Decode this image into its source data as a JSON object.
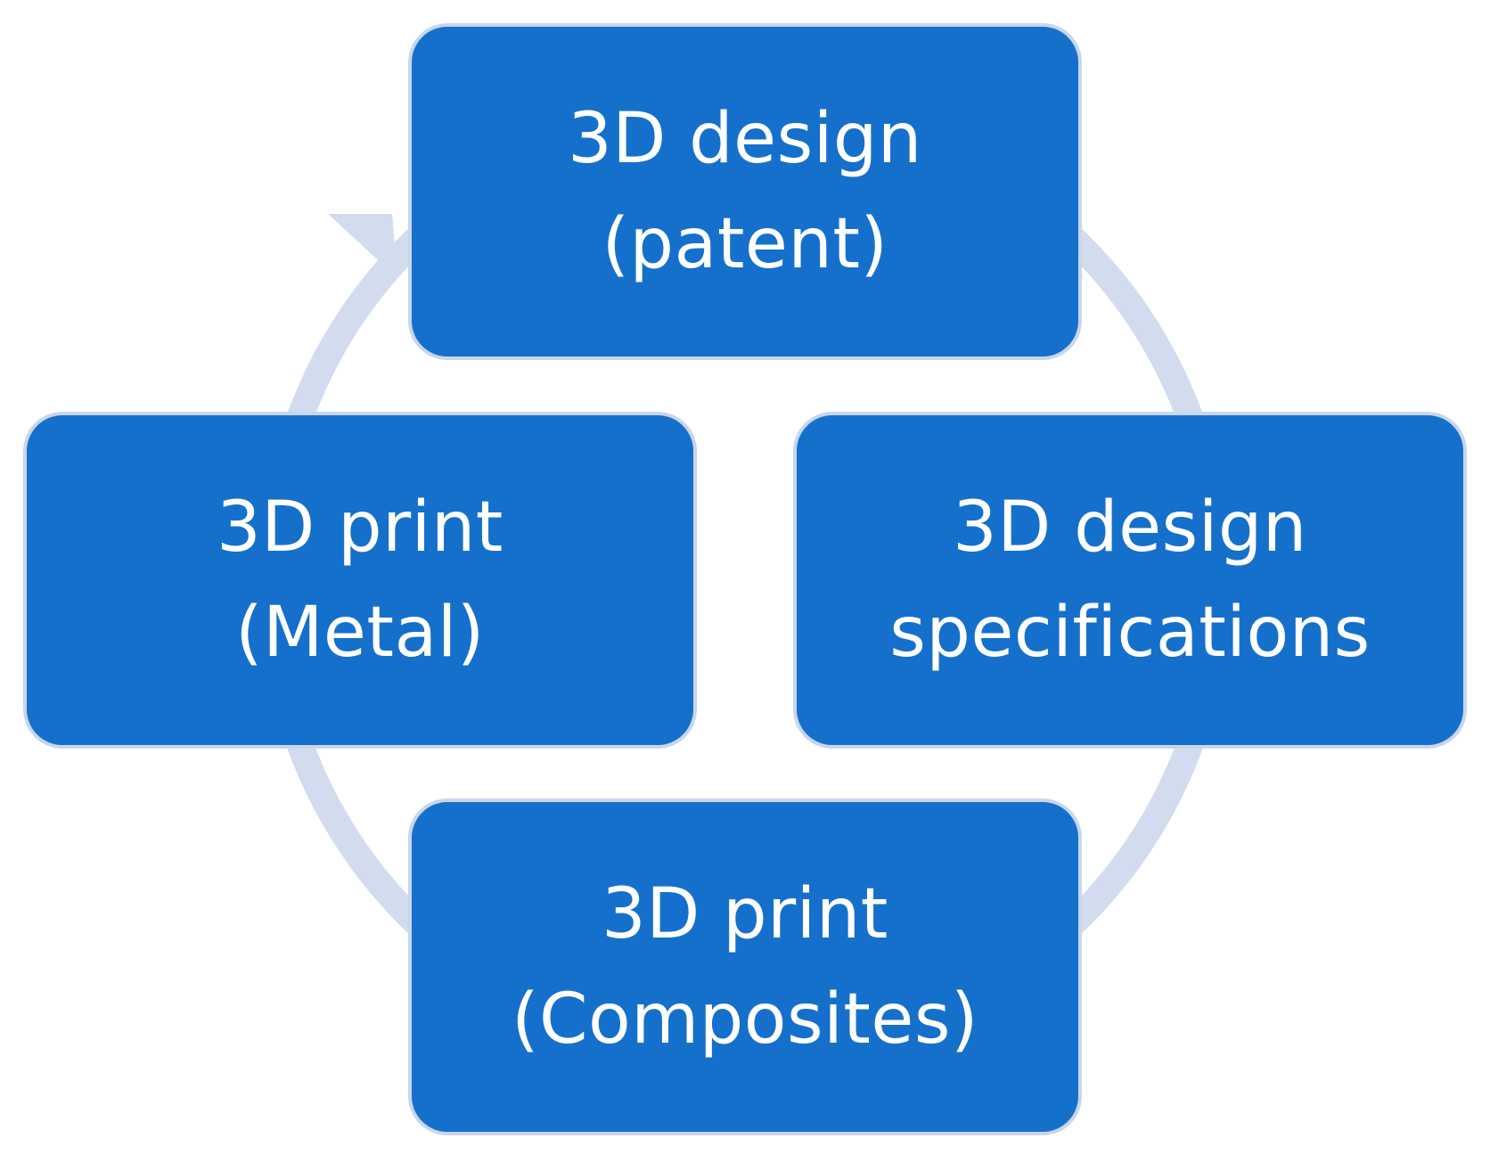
{
  "diagram": {
    "colors": {
      "node_fill": "#1570cc",
      "node_border": "#c9d6ea",
      "node_text": "#ffffff",
      "ring": "#d2dcee"
    },
    "nodes": [
      {
        "id": "top",
        "lines": [
          "3D design",
          "(patent)"
        ]
      },
      {
        "id": "right",
        "lines": [
          "3D design",
          "specifications"
        ]
      },
      {
        "id": "bottom",
        "lines": [
          "3D print",
          "(Composites)"
        ]
      },
      {
        "id": "left",
        "lines": [
          "3D print",
          "(Metal)"
        ]
      }
    ]
  }
}
